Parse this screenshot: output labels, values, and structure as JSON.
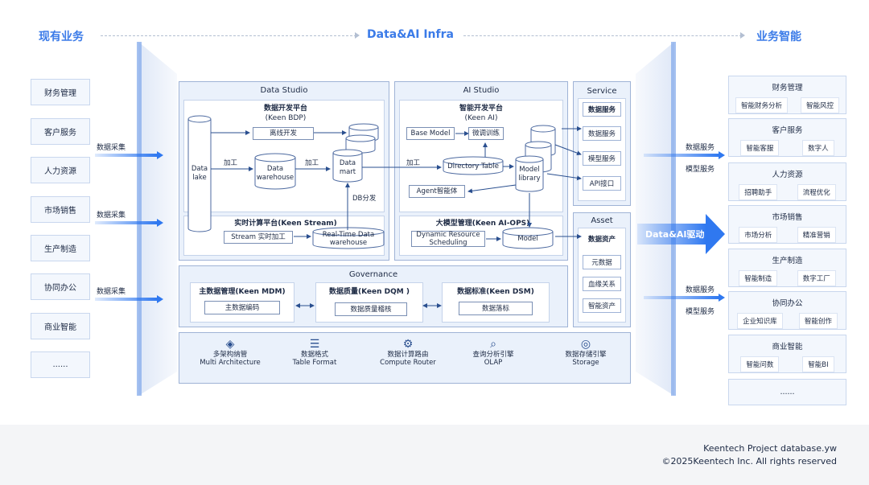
{
  "header": {
    "left": "现有业务",
    "center": "Data&AI Infra",
    "right": "业务智能"
  },
  "left_items": [
    "财务管理",
    "客户服务",
    "人力资源",
    "市场销售",
    "生产制造",
    "协同办公",
    "商业智能",
    "......"
  ],
  "left_arrows": [
    "数据采集",
    "数据采集",
    "数据采集"
  ],
  "data_studio": {
    "title": "Data Studio",
    "bdp_title": "数据开发平台",
    "bdp_sub": "(Keen BDP)",
    "data_lake": "Data lake",
    "offline": "离线开发",
    "process1": "加工",
    "process2": "加工",
    "warehouse": "Data warehouse",
    "mart": "Data mart",
    "db_dist": "DB分发",
    "stream_title": "实时计算平台(Keen Stream)",
    "stream_proc": "Stream 实时加工",
    "rt_wh": "Real-Time Data warehouse"
  },
  "ai_studio": {
    "title": "AI Studio",
    "ai_title": "智能开发平台",
    "ai_sub": "(Keen AI)",
    "base_model": "Base Model",
    "finetune": "微调训练",
    "process": "加工",
    "dir_table": "Directory Table",
    "model_lib": "Model library",
    "agent": "Agent智能体",
    "ops_title": "大模型管理(Keen AI-OPS)",
    "drs": "Dynamic Resource Scheduling",
    "model": "Model"
  },
  "service": {
    "title": "Service",
    "items": [
      "数据服务",
      "数据服务",
      "模型服务",
      "API接口"
    ]
  },
  "asset": {
    "title": "Asset",
    "items": [
      "数据资产",
      "元数据",
      "血缘关系",
      "智能资产"
    ]
  },
  "governance": {
    "title": "Governance",
    "mdm_title": "主数据管理(Keen MDM)",
    "mdm_item": "主数据编码",
    "dqm_title": "数据质量(Keen DQM )",
    "dqm_item": "数据质量稽核",
    "dsm_title": "数据标准(Keen DSM)",
    "dsm_item": "数据落标"
  },
  "tools": [
    {
      "icon": "layers-icon",
      "cn": "多架构纳管",
      "en": "Multi Architecture"
    },
    {
      "icon": "sliders-icon",
      "cn": "数据格式",
      "en": "Table Format"
    },
    {
      "icon": "gear-icon",
      "cn": "数据计算路由",
      "en": "Compute Router"
    },
    {
      "icon": "search-doc-icon",
      "cn": "查询分析引擎",
      "en": "OLAP"
    },
    {
      "icon": "storage-icon",
      "cn": "数据存储引擎",
      "en": "Storage"
    }
  ],
  "right_arrows": {
    "top1": "数据服务",
    "top2": "模型服务",
    "big": "Data&AI驱动",
    "bot1": "数据服务",
    "bot2": "模型服务"
  },
  "right_cards": [
    {
      "title": "财务管理",
      "a": "智能财务分析",
      "b": "智能风控"
    },
    {
      "title": "客户服务",
      "a": "智能客服",
      "b": "数字人"
    },
    {
      "title": "人力资源",
      "a": "招聘助手",
      "b": "流程优化"
    },
    {
      "title": "市场销售",
      "a": "市场分析",
      "b": "精准营销"
    },
    {
      "title": "生产制造",
      "a": "智能制造",
      "b": "数字工厂"
    },
    {
      "title": "协同办公",
      "a": "企业知识库",
      "b": "智能创作"
    },
    {
      "title": "商业智能",
      "a": "智能问数",
      "b": "智能BI"
    },
    {
      "title": "......",
      "a": "",
      "b": ""
    }
  ],
  "footer": {
    "line1": "Keentech Project database.yw",
    "line2": "©2025Keentech Inc. All rights reserved"
  },
  "colors": {
    "accent": "#3b7be8",
    "arrow": "#2f78f0",
    "panel": "#eaf1fb"
  }
}
